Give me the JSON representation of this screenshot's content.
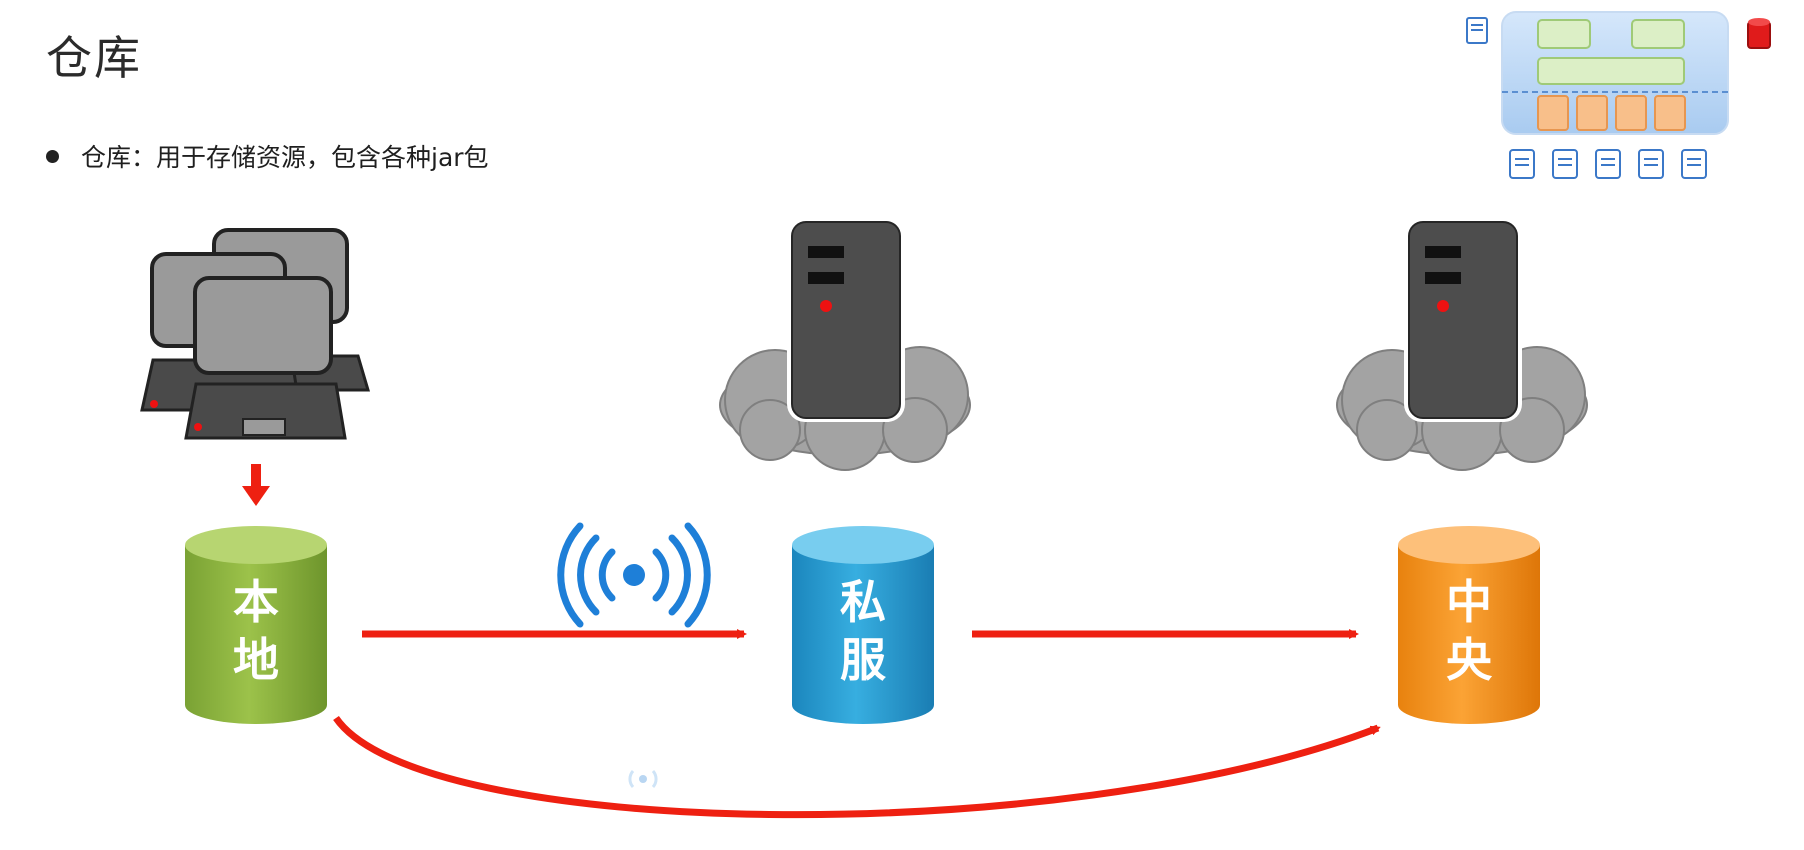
{
  "slide": {
    "title": "仓库",
    "bullet": "仓库：用于存储资源，包含各种jar包"
  },
  "repositories": {
    "local": {
      "line1": "本",
      "line2": "地",
      "color": "#8cb43c"
    },
    "private": {
      "line1": "私",
      "line2": "服",
      "color": "#29a0d6"
    },
    "central": {
      "line1": "中",
      "line2": "央",
      "color": "#f5961e"
    }
  },
  "colors": {
    "arrow": "#ee2011",
    "server_body": "#4d4d4d",
    "cloud": "#a3a3a3",
    "wifi": "#1e7fd8"
  },
  "icons": [
    "computers-icon",
    "server-icon",
    "cloud-icon",
    "wifi-icon",
    "down-arrow-icon",
    "logo-icon"
  ]
}
